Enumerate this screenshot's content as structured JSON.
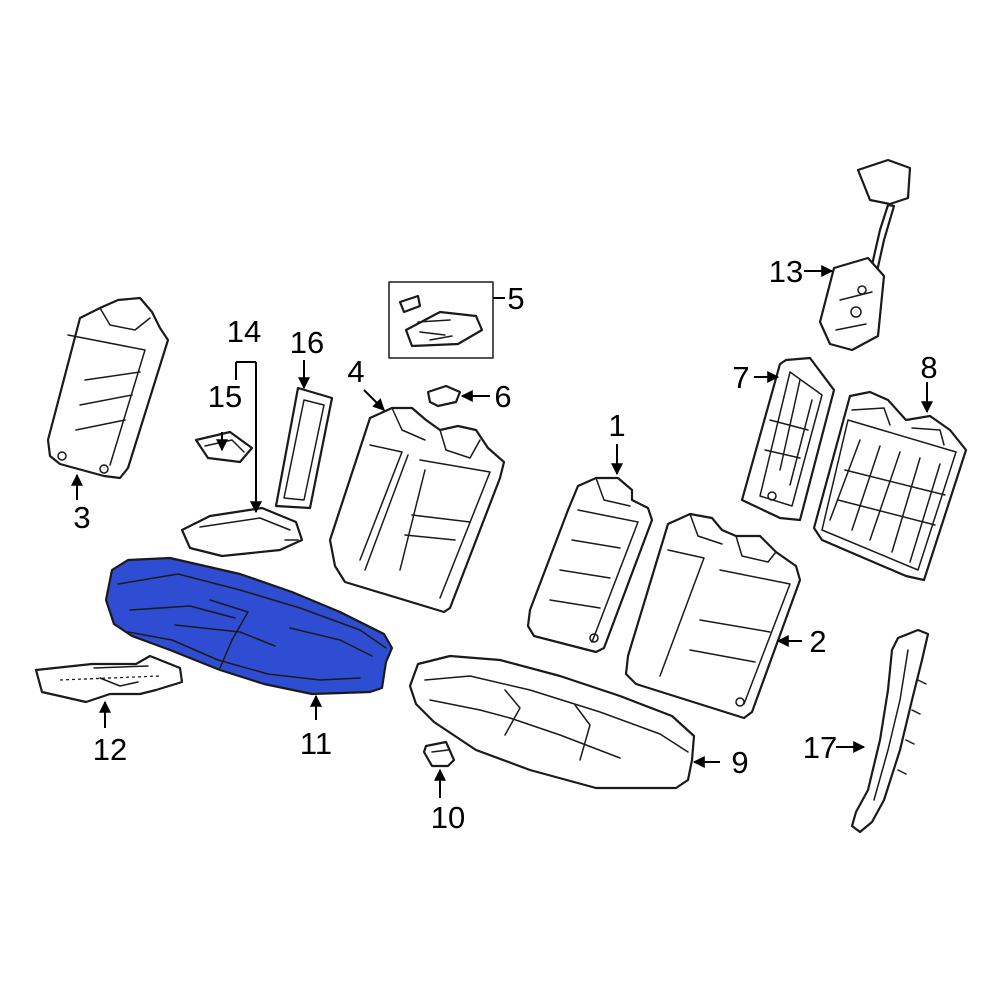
{
  "highlight_color": "#2f4dd2",
  "outline_color": "#1a1a1a",
  "callouts": {
    "c1": "1",
    "c2": "2",
    "c3": "3",
    "c4": "4",
    "c5": "5",
    "c6": "6",
    "c7": "7",
    "c8": "8",
    "c9": "9",
    "c10": "10",
    "c11": "11",
    "c12": "12",
    "c13": "13",
    "c14": "14",
    "c15": "15",
    "c16": "16",
    "c17": "17"
  },
  "parts": [
    {
      "ref": "11",
      "icon": "seat-cushion-icon",
      "highlighted": true
    },
    {
      "ref": "1",
      "icon": "seat-back-icon",
      "highlighted": false
    },
    {
      "ref": "2",
      "icon": "seat-back-icon",
      "highlighted": false
    },
    {
      "ref": "3",
      "icon": "seat-back-cover-icon",
      "highlighted": false
    },
    {
      "ref": "4",
      "icon": "seat-back-icon",
      "highlighted": false
    },
    {
      "ref": "5",
      "icon": "bracket-icon",
      "highlighted": false
    },
    {
      "ref": "6",
      "icon": "clip-icon",
      "highlighted": false
    },
    {
      "ref": "7",
      "icon": "seat-frame-icon",
      "highlighted": false
    },
    {
      "ref": "8",
      "icon": "seat-frame-icon",
      "highlighted": false
    },
    {
      "ref": "9",
      "icon": "seat-cushion-icon",
      "highlighted": false
    },
    {
      "ref": "10",
      "icon": "clip-icon",
      "highlighted": false
    },
    {
      "ref": "12",
      "icon": "pad-icon",
      "highlighted": false
    },
    {
      "ref": "13",
      "icon": "seat-belt-buckle-icon",
      "highlighted": false
    },
    {
      "ref": "14",
      "icon": "armrest-icon",
      "highlighted": false
    },
    {
      "ref": "15",
      "icon": "cup-holder-icon",
      "highlighted": false
    },
    {
      "ref": "16",
      "icon": "pad-icon",
      "highlighted": false
    },
    {
      "ref": "17",
      "icon": "side-bolster-icon",
      "highlighted": false
    }
  ]
}
